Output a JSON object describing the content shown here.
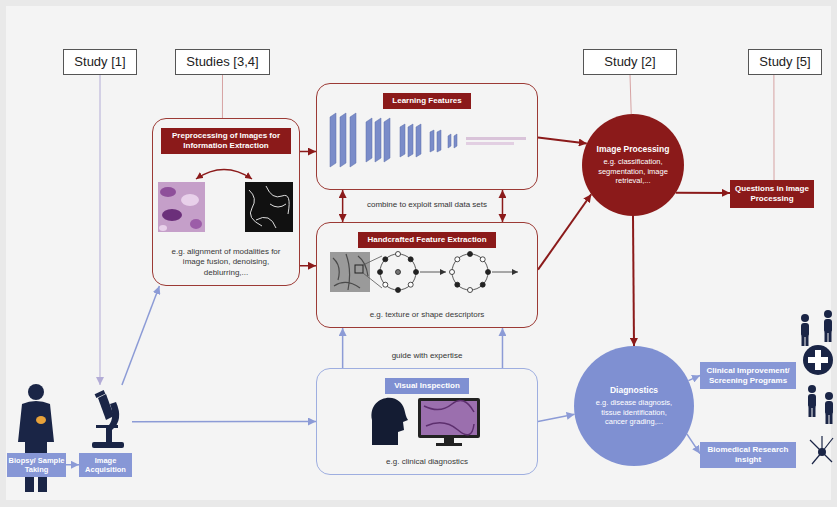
{
  "diagram": {
    "nodes": [
      {
        "text": [
          "Study [1]"
        ]
      },
      {
        "text": [
          "Studies [3,4]"
        ]
      },
      {
        "text": [
          "Study [2]"
        ]
      },
      {
        "text": [
          "Study [5]"
        ]
      },
      {
        "text": [
          "Preprocessing of Images for Information Extraction",
          "e.g. alignment of modalities for image fusion, denoising, deblurring,..."
        ]
      },
      {
        "text": [
          "Learning Features"
        ]
      },
      {
        "text": [
          "Handcrafted Feature Extraction",
          "e.g. texture or shape descriptors"
        ]
      },
      {
        "text": [
          "Image Processing",
          "e.g. classification, segmentation, image retrieval,..."
        ]
      },
      {
        "text": [
          "Questions in Image Processing"
        ]
      },
      {
        "text": [
          "Visual Inspection",
          "e.g. clinical diagnostics"
        ]
      },
      {
        "text": [
          "Diagnostics",
          "e.g. disease diagnosis, tissue identification, cancer grading,..."
        ]
      },
      {
        "text": [
          "Clinical Improvement/ Screening Programs"
        ]
      },
      {
        "text": [
          "Biomedical Research insight"
        ]
      },
      {
        "text": [
          "Biopsy/ Sample Taking"
        ]
      },
      {
        "text": [
          "Image Acquisition"
        ]
      }
    ],
    "edges": [
      {
        "from": 0,
        "to": 14,
        "arrow": "to"
      },
      {
        "from": 1,
        "to": 4,
        "arrow": "none"
      },
      {
        "from": 2,
        "to": 7,
        "arrow": "none"
      },
      {
        "from": 3,
        "to": 8,
        "arrow": "none"
      },
      {
        "from": 13,
        "to": 14,
        "arrow": "to"
      },
      {
        "from": 14,
        "to": 4,
        "arrow": "to"
      },
      {
        "from": 14,
        "to": 9,
        "arrow": "to"
      },
      {
        "from": 4,
        "to": 5,
        "arrow": "to"
      },
      {
        "from": 4,
        "to": 6,
        "arrow": "to"
      },
      {
        "from": 5,
        "to": 6,
        "arrow": "both"
      },
      {
        "from": 5,
        "to": 6,
        "arrow": "both"
      },
      {
        "from": 9,
        "to": 6,
        "arrow": "to"
      },
      {
        "from": 9,
        "to": 6,
        "arrow": "to"
      },
      {
        "from": 5,
        "to": 7,
        "arrow": "to"
      },
      {
        "from": 6,
        "to": 7,
        "arrow": "to"
      },
      {
        "from": 7,
        "to": 8,
        "arrow": "to"
      },
      {
        "from": 7,
        "to": 10,
        "arrow": "to"
      },
      {
        "from": 9,
        "to": 10,
        "arrow": "to"
      },
      {
        "from": 10,
        "to": 11,
        "arrow": "to"
      },
      {
        "from": 10,
        "to": 12,
        "arrow": "to"
      }
    ],
    "labels": [
      "combine to exploit small data sets",
      "guide with expertise"
    ]
  }
}
